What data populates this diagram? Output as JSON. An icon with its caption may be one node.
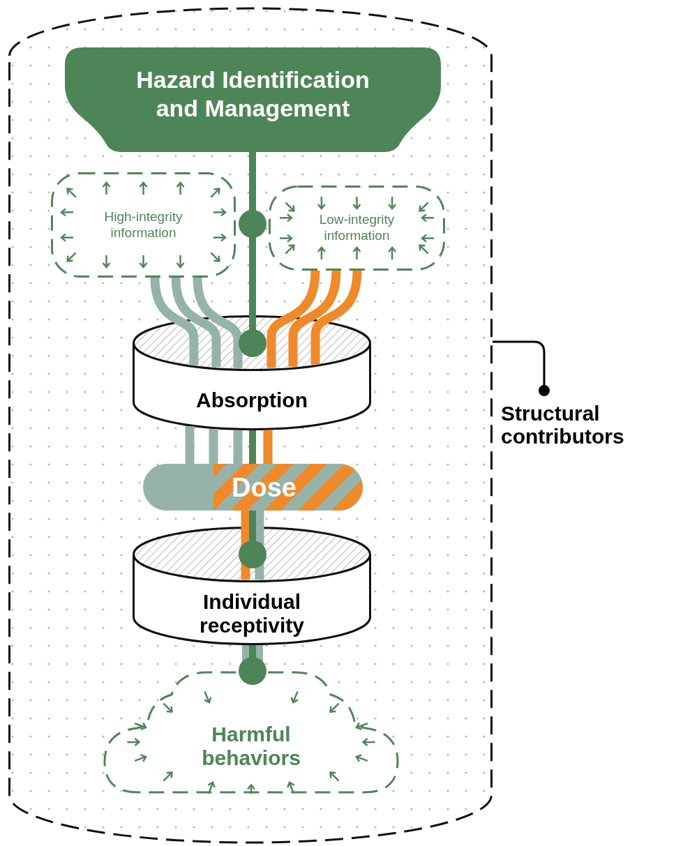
{
  "diagram": {
    "nodes": [
      {
        "text": [],
        "shape": "cylinder"
      },
      {
        "text": [
          "Hazard Identification and Management"
        ],
        "in": 0
      },
      {
        "text": [
          "High-integrity information"
        ],
        "in": 0
      },
      {
        "text": [
          "Low-integrity information"
        ],
        "in": 0
      },
      {
        "text": [
          "Absorption"
        ],
        "in": 0
      },
      {
        "text": [
          "Dose"
        ],
        "in": 0
      },
      {
        "text": [
          "Individual receptivity"
        ],
        "in": 0
      },
      {
        "text": [
          "Harmful behaviors"
        ],
        "in": 0
      },
      {
        "text": [
          "Structural contributors"
        ]
      }
    ],
    "edges": [
      {
        "from": 8,
        "to": 0,
        "arrow": "other",
        "color": "#000000"
      },
      {
        "from": 2,
        "to": 4,
        "arrow": "none"
      },
      {
        "from": 2,
        "to": 4,
        "arrow": "none"
      },
      {
        "from": 2,
        "to": 4,
        "arrow": "none"
      },
      {
        "from": 3,
        "to": 4,
        "arrow": "none",
        "color": "#f0892a"
      },
      {
        "from": 3,
        "to": 4,
        "arrow": "none",
        "color": "#f0892a"
      },
      {
        "from": 3,
        "to": 4,
        "arrow": "none",
        "color": "#f0892a"
      },
      {
        "from": 4,
        "to": 5,
        "arrow": "none"
      },
      {
        "from": 4,
        "to": 5,
        "arrow": "none"
      },
      {
        "from": 4,
        "to": 5,
        "arrow": "none"
      },
      {
        "from": 4,
        "to": 5,
        "arrow": "none",
        "color": "#f0892a"
      },
      {
        "from": 5,
        "to": 6,
        "arrow": "none",
        "color": "#f0892a"
      },
      {
        "from": 5,
        "to": 6,
        "arrow": "none"
      },
      {
        "from": 6,
        "to": 7,
        "arrow": "none",
        "style": "thick"
      },
      {
        "from": 1,
        "to": 4,
        "arrow": "other",
        "color": "#4e8558"
      },
      {
        "from": 4,
        "to": 5,
        "arrow": "none",
        "color": "#4e8558"
      },
      {
        "from": 5,
        "to": 6,
        "arrow": "other",
        "color": "#4e8558"
      },
      {
        "from": 6,
        "to": 7,
        "arrow": "other",
        "color": "#4e8558"
      }
    ]
  }
}
